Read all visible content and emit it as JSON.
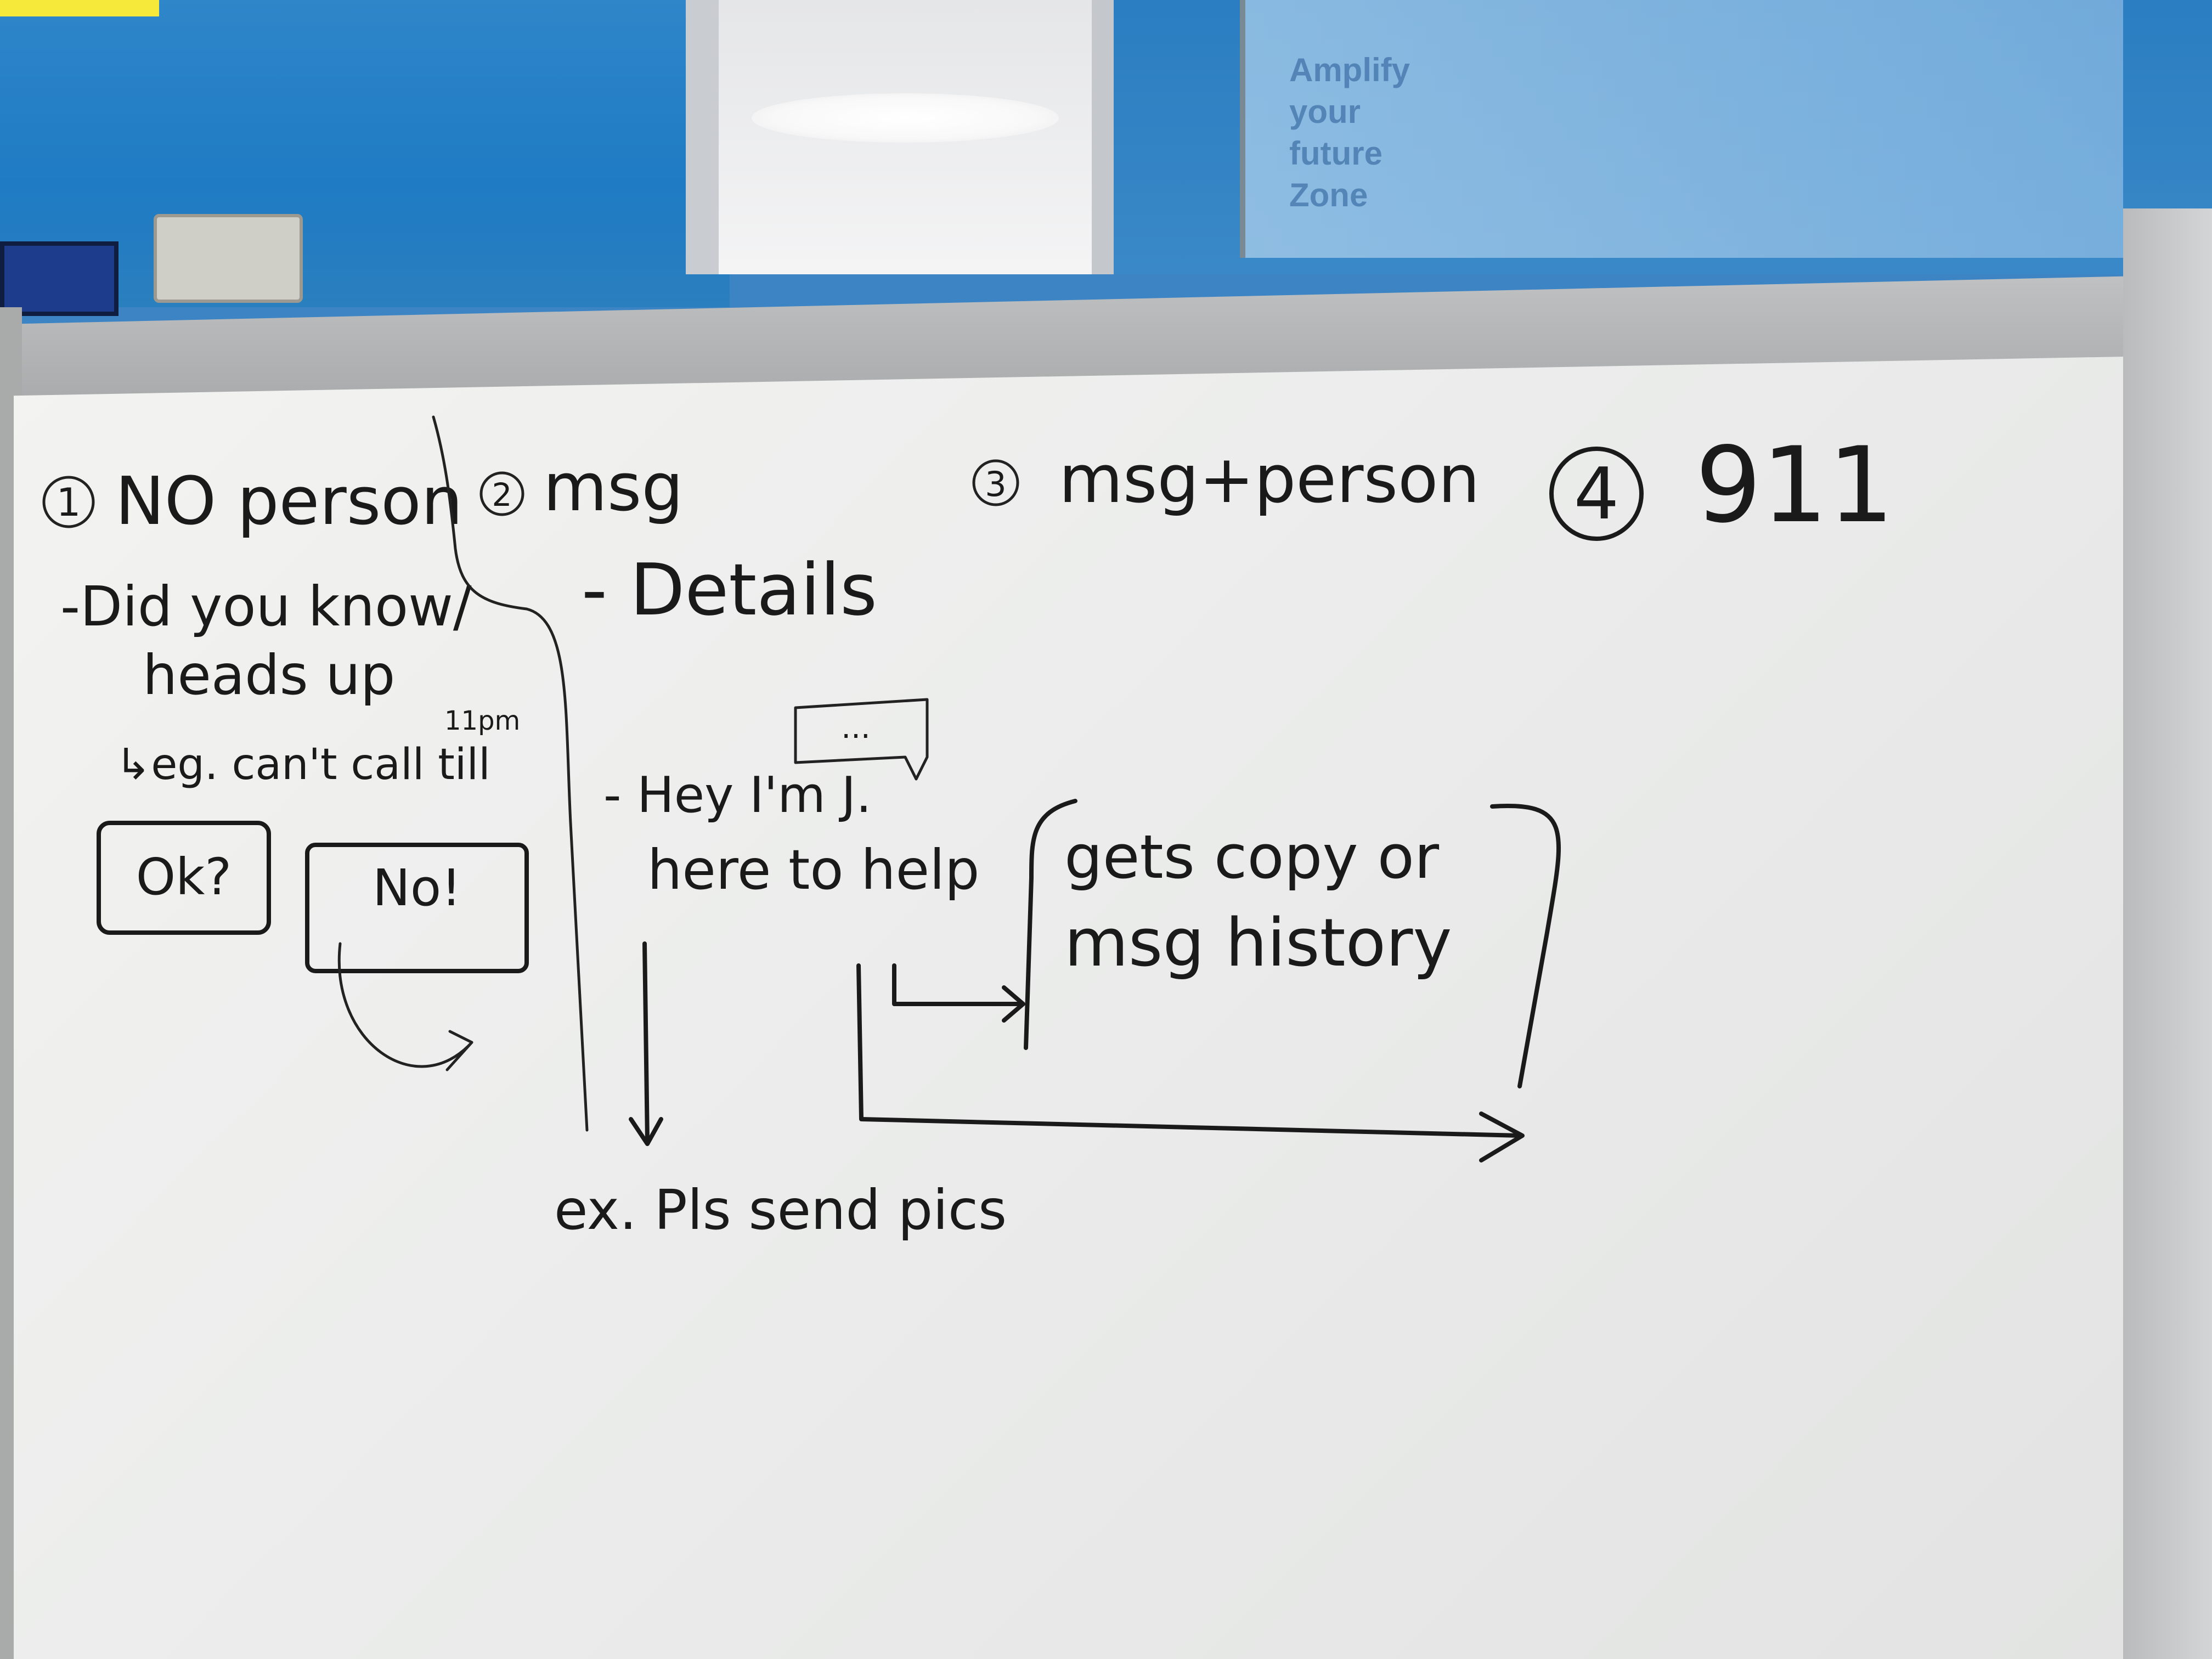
{
  "background": {
    "wall_sign_text": "Amplify your future Zone"
  },
  "whiteboard": {
    "sections": [
      {
        "number": "1",
        "title": "NO person"
      },
      {
        "number": "2",
        "title": "msg"
      },
      {
        "number": "3",
        "title": "msg+person"
      },
      {
        "number": "4",
        "title": "911"
      }
    ],
    "col1": {
      "line1": "-Did you know/",
      "line2": "heads up",
      "time_note": "11pm",
      "example": "↳eg. can't call till",
      "ok_box": "Ok?",
      "no_box": "No!"
    },
    "col2": {
      "details": "- Details",
      "bubble": "...",
      "greeting1": "- Hey I'm J.",
      "greeting2": "here to help",
      "example": "ex. Pls send pics"
    },
    "col3": {
      "bracket_line1": "gets copy or",
      "bracket_line2": "msg history"
    }
  },
  "colors": {
    "ink": "#1a1a1a",
    "board": "#efefed",
    "wall_blue": "#2a7ec1",
    "frame_grey": "#a9abab"
  }
}
